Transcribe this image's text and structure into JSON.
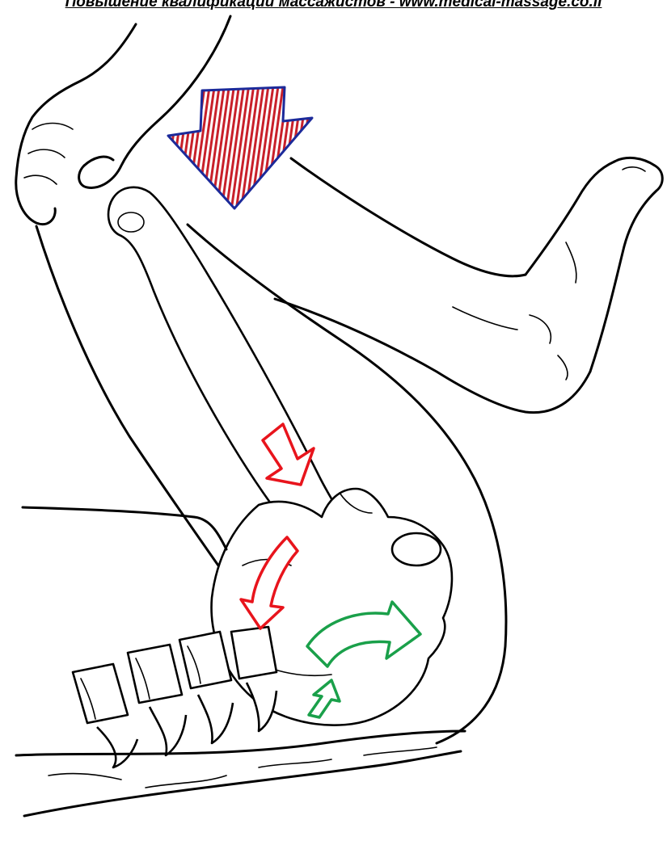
{
  "header": {
    "text": "Повышение квалификации массажистов - www.medical-massage.co.il"
  },
  "colors": {
    "background": "#ffffff",
    "line": "#000000",
    "pressure_arrow_fill": "#c8202a",
    "pressure_arrow_outline": "#1c2a9a",
    "red_arrow": "#e8141c",
    "green_arrow": "#1aa04a"
  },
  "illustration": {
    "subject": "hip flexion with femur head in acetabulum and lumbar spine",
    "arrows": [
      "pressure-arrow",
      "femur-force-arrow",
      "pelvis-tilt-arrow",
      "pelvis-rotation-arrow",
      "sacrum-arrow"
    ]
  }
}
